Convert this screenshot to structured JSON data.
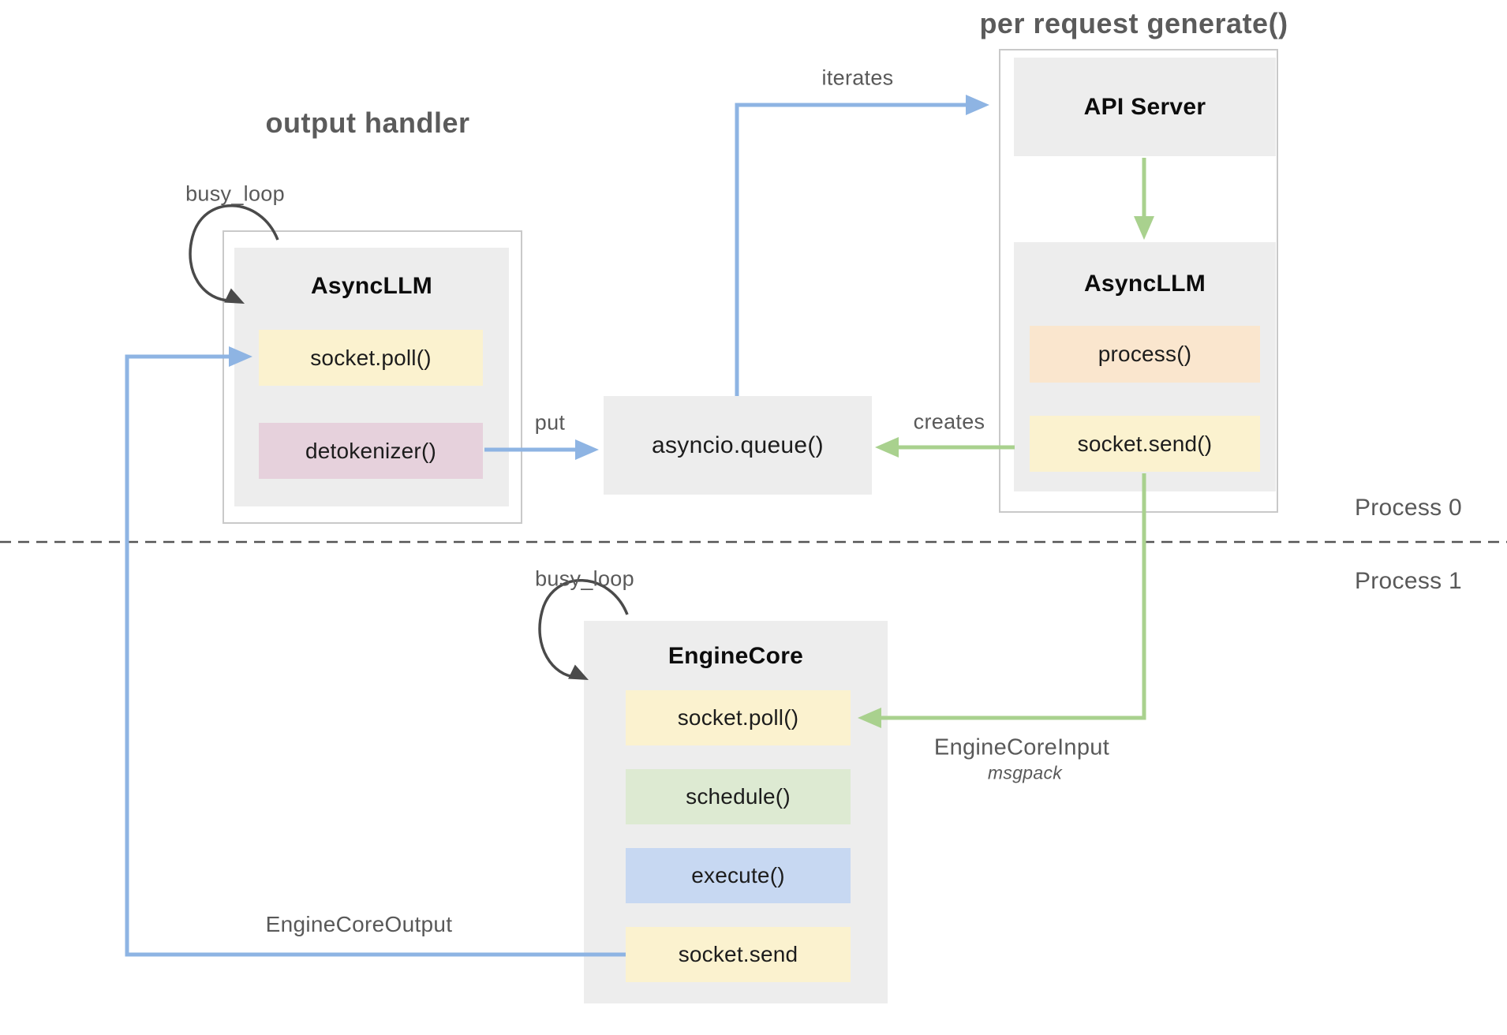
{
  "sections": {
    "output_handler": {
      "title": "output handler",
      "busy_loop_label": "busy_loop",
      "async_llm": {
        "title": "AsyncLLM",
        "rows": [
          {
            "label": "socket.poll()",
            "bg": "#FBF2CF"
          },
          {
            "label": "detokenizer()",
            "bg": "#E6D1DC"
          }
        ]
      }
    },
    "per_request_generate": {
      "title": "per request generate()",
      "api_server": {
        "title": "API Server"
      },
      "async_llm": {
        "title": "AsyncLLM",
        "rows": [
          {
            "label": "process()",
            "bg": "#FAE6CE"
          },
          {
            "label": "socket.send()",
            "bg": "#FBF2CF"
          }
        ]
      }
    },
    "queue": {
      "title": "asyncio.queue()"
    },
    "engine_core": {
      "title": "EngineCore",
      "busy_loop_label": "busy_loop",
      "rows": [
        {
          "label": "socket.poll()",
          "bg": "#FBF2CF"
        },
        {
          "label": "schedule()",
          "bg": "#DDEAD2"
        },
        {
          "label": "execute()",
          "bg": "#C7D8F2"
        },
        {
          "label": "socket.send",
          "bg": "#FBF2CF"
        }
      ]
    }
  },
  "edges": {
    "iterates": "iterates",
    "put": "put",
    "creates": "creates",
    "engine_core_input": {
      "label": "EngineCoreInput",
      "sub": "msgpack"
    },
    "engine_core_output": "EngineCoreOutput"
  },
  "process_labels": {
    "p0": "Process 0",
    "p1": "Process 1"
  },
  "colors": {
    "arrow_blue": "#8EB4E3",
    "arrow_green": "#A9D18E",
    "node_gray": "#EDEDED",
    "outer_border": "#C9C9C9",
    "label_gray": "#595959",
    "loop_arrow": "#4A4A4A",
    "dashed_line": "#555555"
  }
}
